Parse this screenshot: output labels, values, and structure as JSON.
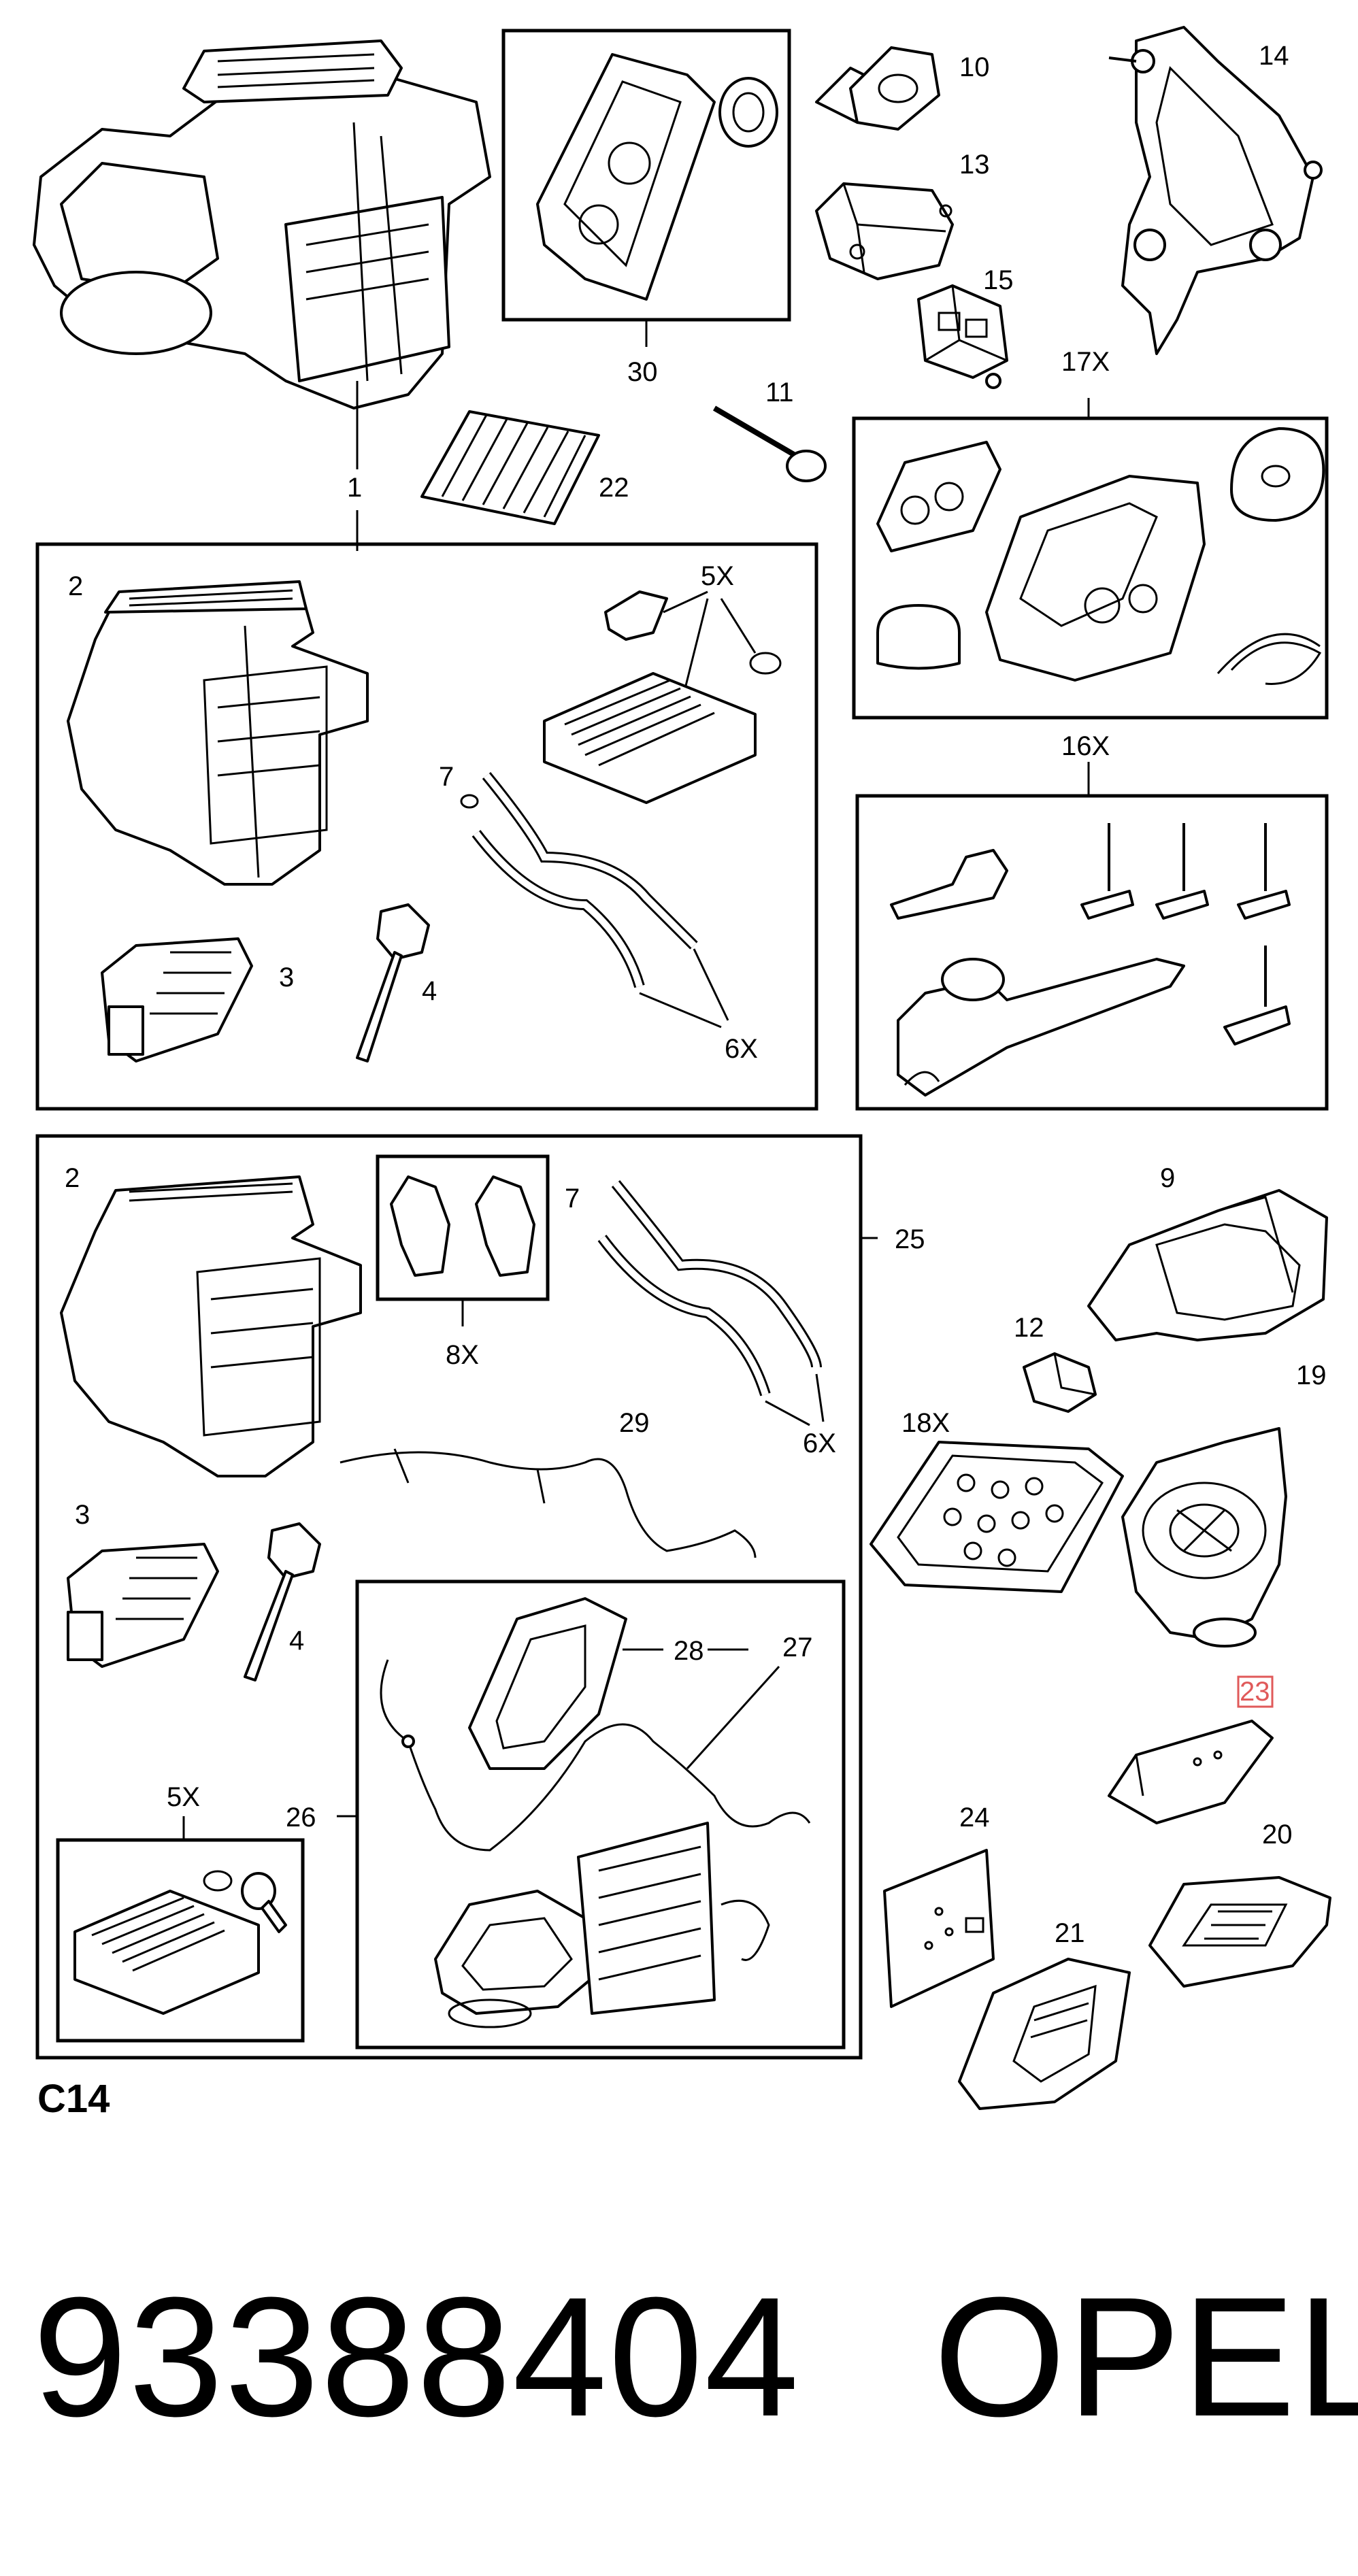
{
  "diagram": {
    "group_code": "C14",
    "callouts": {
      "c1": "1",
      "c2a": "2",
      "c2b": "2",
      "c3a": "3",
      "c3b": "3",
      "c4a": "4",
      "c4b": "4",
      "c5xa": "5X",
      "c5xb": "5X",
      "c6xa": "6X",
      "c6xb": "6X",
      "c7a": "7",
      "c7b": "7",
      "c8x": "8X",
      "c9": "9",
      "c10": "10",
      "c11": "11",
      "c12": "12",
      "c13": "13",
      "c14": "14",
      "c15": "15",
      "c16x": "16X",
      "c17x": "17X",
      "c18x": "18X",
      "c19": "19",
      "c20": "20",
      "c21": "21",
      "c22": "22",
      "c23": "23",
      "c24": "24",
      "c25": "25",
      "c26": "26",
      "c27": "27",
      "c28": "28",
      "c29": "29",
      "c30": "30"
    },
    "highlighted_callout": "23",
    "highlight_color": "#e05a5a"
  },
  "footer": {
    "part_number": "93388404",
    "brand": "OPEL"
  }
}
